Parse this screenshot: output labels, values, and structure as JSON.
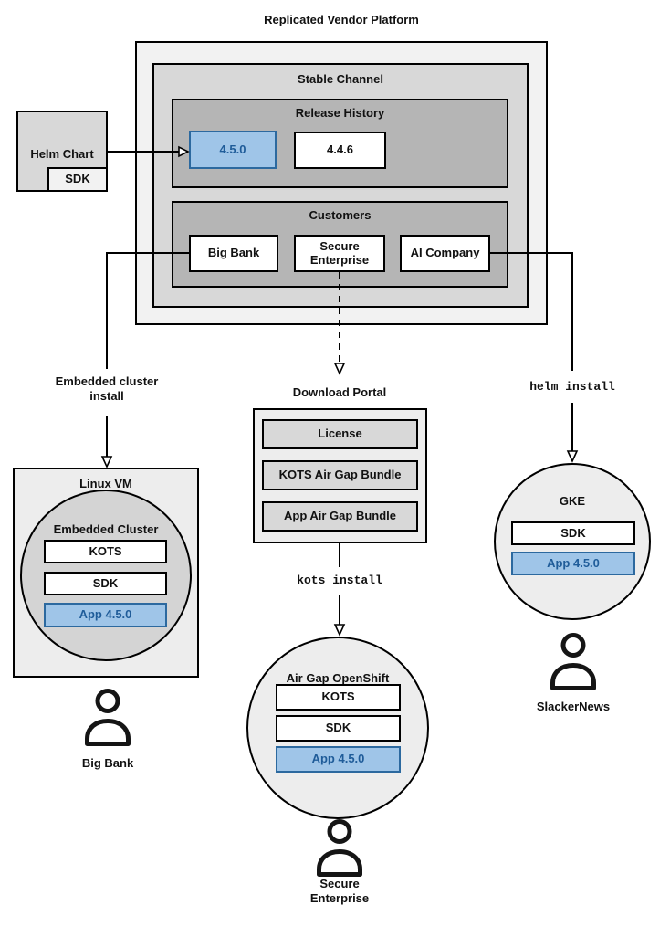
{
  "title": "Replicated Vendor Platform",
  "colors": {
    "highlight_fill": "#9fc5e8",
    "highlight_border": "#2c699f",
    "highlight_text": "#1f5c99",
    "box_gray_outer": "#f2f2f2",
    "box_gray_light": "#d8d8d8",
    "box_gray_mid": "#b5b5b5"
  },
  "stable_channel": {
    "label": "Stable Channel",
    "release_history": {
      "label": "Release History",
      "releases": [
        "4.5.0",
        "4.4.6"
      ]
    },
    "customers": {
      "label": "Customers",
      "items": [
        "Big Bank",
        "Secure Enterprise",
        "AI Company"
      ]
    }
  },
  "helm_chart": {
    "label": "Helm Chart",
    "sdk": "SDK"
  },
  "embedded_flow": {
    "install_label": "Embedded cluster install",
    "vm_label": "Linux VM",
    "cluster_label": "Embedded Cluster",
    "components": [
      "KOTS",
      "SDK",
      "App 4.5.0"
    ],
    "customer": "Big Bank"
  },
  "airgap_flow": {
    "portal_label": "Download Portal",
    "portal_items": [
      "License",
      "KOTS Air Gap Bundle",
      "App Air Gap Bundle"
    ],
    "install_label": "kots install",
    "cluster_label": "Air Gap OpenShift",
    "components": [
      "KOTS",
      "SDK",
      "App 4.5.0"
    ],
    "customer": "Secure Enterprise"
  },
  "helm_flow": {
    "install_label": "helm install",
    "cluster_label": "GKE",
    "components": [
      "SDK",
      "App 4.5.0"
    ],
    "customer": "SlackerNews"
  }
}
